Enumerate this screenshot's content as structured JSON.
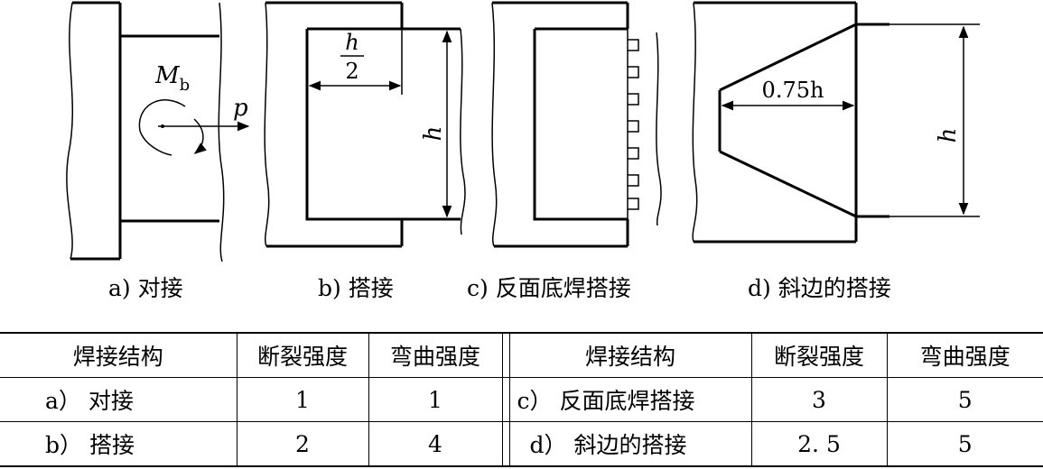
{
  "figure": {
    "a": {
      "moment_symbol": "M",
      "moment_sub": "b",
      "force_symbol": "p"
    },
    "b": {
      "half_num": "h",
      "half_den": "2",
      "height": "h"
    },
    "d": {
      "length": "0.75h",
      "height": "h"
    }
  },
  "captions": [
    "a) 对接",
    "b) 搭接",
    "c) 反面底焊搭接",
    "d) 斜边的搭接"
  ],
  "table": {
    "headers": [
      "焊接结构",
      "断裂强度",
      "弯曲强度",
      "焊接结构",
      "断裂强度",
      "弯曲强度"
    ],
    "rows": [
      [
        "a） 对接",
        "1",
        "1",
        "c） 反面底焊搭接",
        "3",
        "5"
      ],
      [
        "b） 搭接",
        "2",
        "4",
        "d） 斜边的搭接",
        "2. 5",
        "5"
      ]
    ]
  }
}
